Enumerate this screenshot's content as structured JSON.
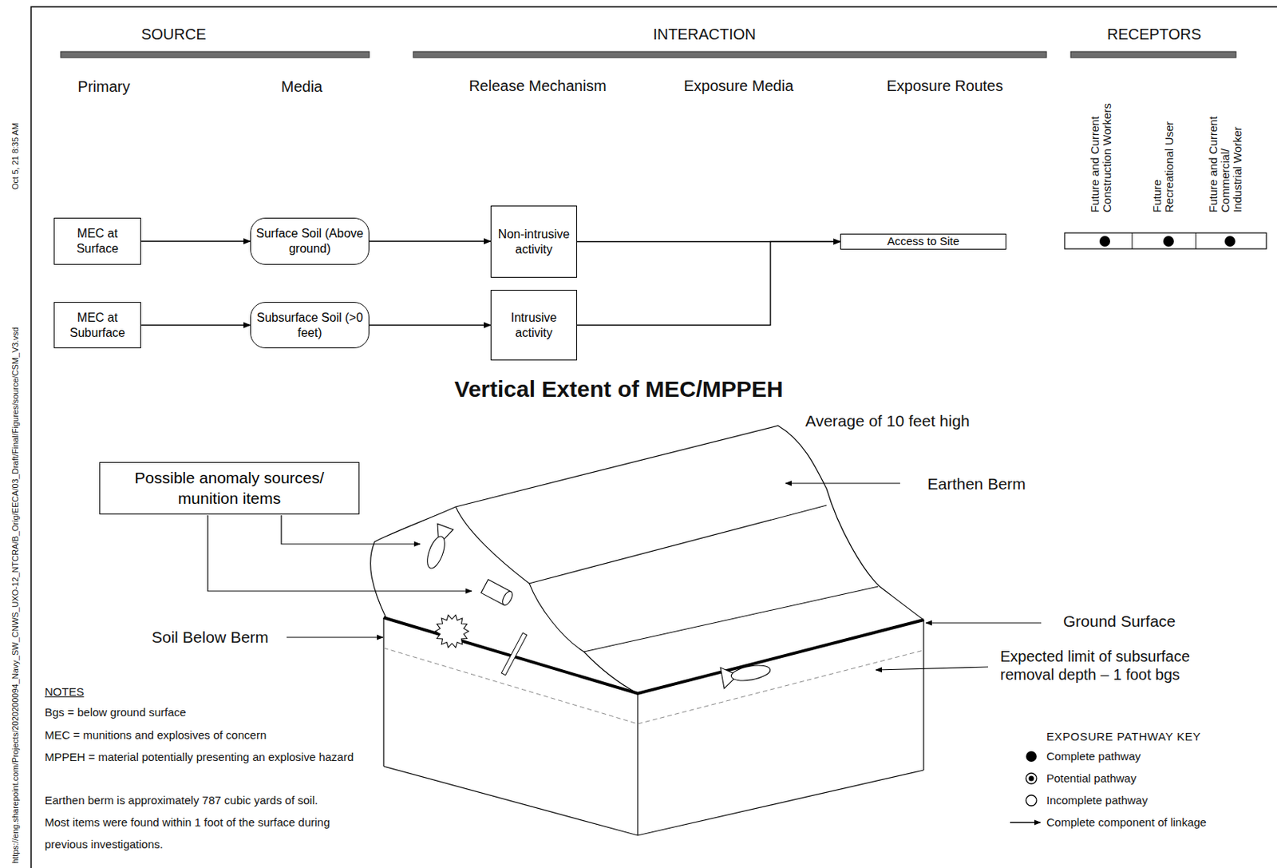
{
  "diagram": {
    "title": "Vertical Extent of MEC/MPPEH",
    "nodes": [
      {
        "text": [
          "MEC at Surface"
        ]
      },
      {
        "text": [
          "Surface Soil (Above ground)"
        ]
      },
      {
        "text": [
          "Non-intrusive activity"
        ]
      },
      {
        "text": [
          "Access to Site"
        ]
      },
      {
        "text": [
          "MEC at Suburface"
        ]
      },
      {
        "text": [
          "Subsurface Soil (>0 feet)"
        ]
      },
      {
        "text": [
          "Intrusive activity"
        ]
      },
      {
        "text": [
          "Possible anomaly sources/ munition items"
        ]
      }
    ],
    "edges": [
      {
        "from": 0,
        "to": 1,
        "arrow": "to"
      },
      {
        "from": 1,
        "to": 2,
        "arrow": "to"
      },
      {
        "from": 2,
        "to": 3,
        "arrow": "to"
      },
      {
        "from": 4,
        "to": 5,
        "arrow": "to"
      },
      {
        "from": 5,
        "to": 6,
        "arrow": "to"
      },
      {
        "from": 6,
        "to": 3,
        "arrow": "to"
      }
    ],
    "labels": [
      "SOURCE",
      "INTERACTION",
      "RECEPTORS",
      "Primary",
      "Media",
      "Release Mechanism",
      "Exposure Media",
      "Exposure Routes",
      "Future and Current Construction Workers",
      "Future Recreational User",
      "Future and Current Commercial/ Industrial Worker",
      "Average of 10 feet high",
      "Earthen Berm",
      "Soil Below Berm",
      "Ground Surface",
      "Expected limit of subsurface removal depth – 1 foot bgs",
      "NOTES",
      "Bgs = below ground surface",
      "MEC = munitions and explosives of concern",
      "MPPEH = material potentially presenting an explosive hazard",
      "Earthen berm is approximately 787 cubic yards of soil.",
      "Most items were found within 1 foot of the surface during previous investigations.",
      "EXPOSURE PATHWAY KEY",
      "https://eng.sharepoint.com/Projects/2020200094_Navy_SW_CNWS_UXO-12_NTCRA/B_Orig/EECA/03_Draft/Final/Figures/source/CSM_V3.vsd",
      "Oct 5, 21 8:35 AM"
    ],
    "legend": [
      {
        "text": "Complete pathway"
      },
      {
        "text": "Potential pathway"
      },
      {
        "text": "Incomplete pathway"
      },
      {
        "text": "Complete component of linkage"
      }
    ]
  }
}
